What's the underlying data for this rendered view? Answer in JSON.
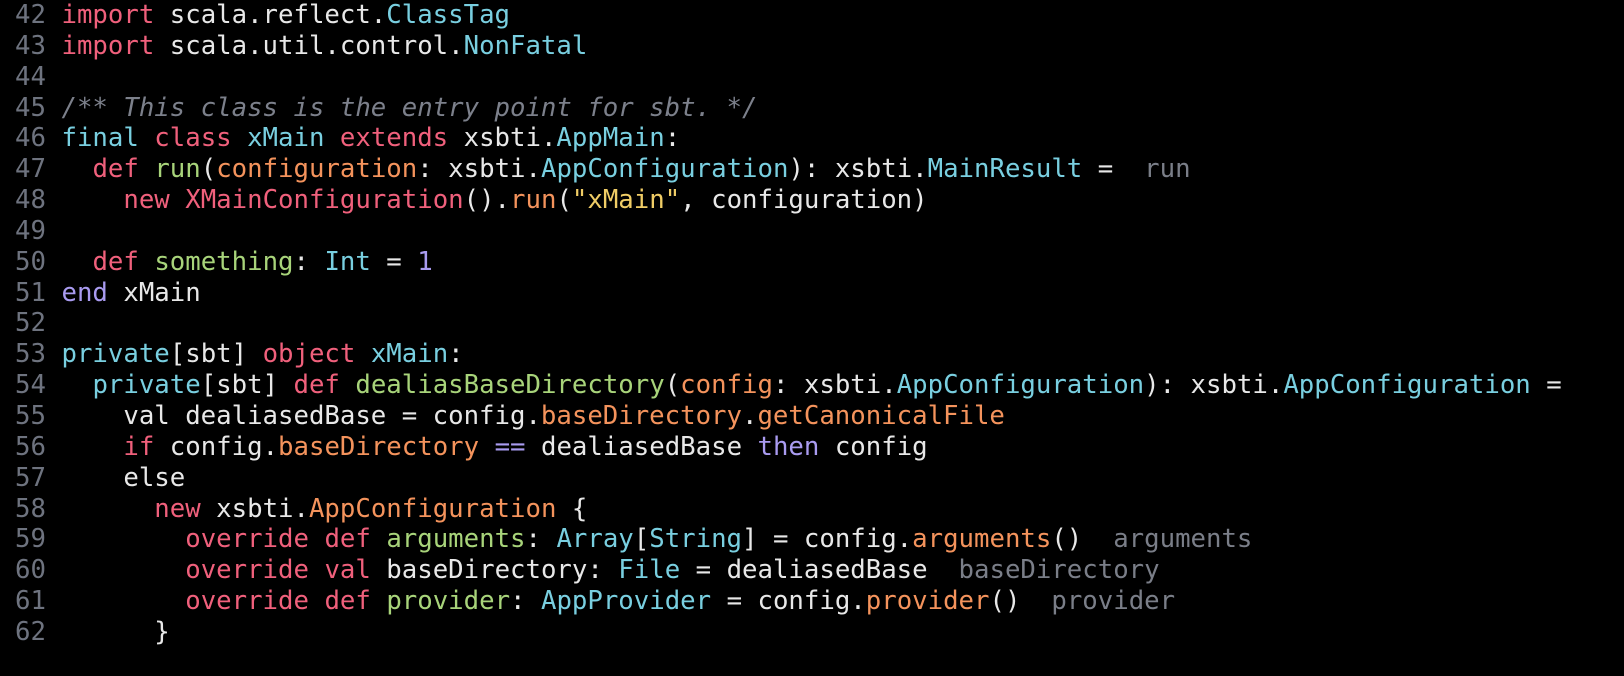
{
  "editor": {
    "language": "scala",
    "colors": {
      "background": "#000000",
      "line_number": "#6e737f",
      "keyword": "#f0607c",
      "type": "#79cfe0",
      "function": "#a8d47a",
      "member": "#f4935c",
      "string": "#f0cd66",
      "number": "#a99bf0",
      "comment": "#7c808b",
      "text": "#e8e8e8",
      "inlay_hint": "#7a7e88"
    },
    "lines": [
      {
        "num": "42",
        "tokens": [
          {
            "t": "import",
            "c": "kw"
          },
          {
            "t": " scala.reflect.",
            "c": "txt"
          },
          {
            "t": "ClassTag",
            "c": "type"
          }
        ]
      },
      {
        "num": "43",
        "tokens": [
          {
            "t": "import",
            "c": "kw"
          },
          {
            "t": " scala.util.control.",
            "c": "txt"
          },
          {
            "t": "NonFatal",
            "c": "type"
          }
        ]
      },
      {
        "num": "44",
        "tokens": []
      },
      {
        "num": "45",
        "tokens": [
          {
            "t": "/** This class is the entry point for sbt. */",
            "c": "com"
          }
        ]
      },
      {
        "num": "46",
        "tokens": [
          {
            "t": "final",
            "c": "type"
          },
          {
            "t": " ",
            "c": "txt"
          },
          {
            "t": "class",
            "c": "kw"
          },
          {
            "t": " ",
            "c": "txt"
          },
          {
            "t": "xMain",
            "c": "type"
          },
          {
            "t": " ",
            "c": "txt"
          },
          {
            "t": "extends",
            "c": "kw"
          },
          {
            "t": " xsbti.",
            "c": "txt"
          },
          {
            "t": "AppMain",
            "c": "type"
          },
          {
            "t": ":",
            "c": "txt"
          }
        ]
      },
      {
        "num": "47",
        "tokens": [
          {
            "t": "  ",
            "c": "txt"
          },
          {
            "t": "def",
            "c": "kw"
          },
          {
            "t": " ",
            "c": "txt"
          },
          {
            "t": "run",
            "c": "fn"
          },
          {
            "t": "(",
            "c": "txt"
          },
          {
            "t": "configuration",
            "c": "mem"
          },
          {
            "t": ": xsbti.",
            "c": "txt"
          },
          {
            "t": "AppConfiguration",
            "c": "type"
          },
          {
            "t": "): xsbti.",
            "c": "txt"
          },
          {
            "t": "MainResult",
            "c": "type"
          },
          {
            "t": " =",
            "c": "txt"
          },
          {
            "t": "  run",
            "c": "hint"
          }
        ]
      },
      {
        "num": "48",
        "tokens": [
          {
            "t": "    ",
            "c": "txt"
          },
          {
            "t": "new",
            "c": "kw"
          },
          {
            "t": " ",
            "c": "txt"
          },
          {
            "t": "XMainConfiguration",
            "c": "kw"
          },
          {
            "t": "().",
            "c": "txt"
          },
          {
            "t": "run",
            "c": "mem"
          },
          {
            "t": "(",
            "c": "txt"
          },
          {
            "t": "\"xMain\"",
            "c": "str"
          },
          {
            "t": ", configuration)",
            "c": "txt"
          }
        ]
      },
      {
        "num": "49",
        "tokens": []
      },
      {
        "num": "50",
        "tokens": [
          {
            "t": "  ",
            "c": "txt"
          },
          {
            "t": "def",
            "c": "kw"
          },
          {
            "t": " ",
            "c": "txt"
          },
          {
            "t": "something",
            "c": "fn"
          },
          {
            "t": ": ",
            "c": "txt"
          },
          {
            "t": "Int",
            "c": "type"
          },
          {
            "t": " = ",
            "c": "txt"
          },
          {
            "t": "1",
            "c": "num"
          }
        ]
      },
      {
        "num": "51",
        "tokens": [
          {
            "t": "end",
            "c": "ctl"
          },
          {
            "t": " xMain",
            "c": "txt"
          }
        ]
      },
      {
        "num": "52",
        "tokens": []
      },
      {
        "num": "53",
        "tokens": [
          {
            "t": "private",
            "c": "type"
          },
          {
            "t": "[sbt] ",
            "c": "txt"
          },
          {
            "t": "object",
            "c": "kw"
          },
          {
            "t": " ",
            "c": "txt"
          },
          {
            "t": "xMain",
            "c": "type"
          },
          {
            "t": ":",
            "c": "txt"
          }
        ]
      },
      {
        "num": "54",
        "tokens": [
          {
            "t": "  ",
            "c": "txt"
          },
          {
            "t": "private",
            "c": "type"
          },
          {
            "t": "[sbt] ",
            "c": "txt"
          },
          {
            "t": "def",
            "c": "kw"
          },
          {
            "t": " ",
            "c": "txt"
          },
          {
            "t": "dealiasBaseDirectory",
            "c": "fn"
          },
          {
            "t": "(",
            "c": "txt"
          },
          {
            "t": "config",
            "c": "mem"
          },
          {
            "t": ": xsbti.",
            "c": "txt"
          },
          {
            "t": "AppConfiguration",
            "c": "type"
          },
          {
            "t": "): xsbti.",
            "c": "txt"
          },
          {
            "t": "AppConfiguration",
            "c": "type"
          },
          {
            "t": " =",
            "c": "txt"
          }
        ]
      },
      {
        "num": "55",
        "tokens": [
          {
            "t": "    val dealiasedBase = config.",
            "c": "txt"
          },
          {
            "t": "baseDirectory",
            "c": "mem"
          },
          {
            "t": ".",
            "c": "txt"
          },
          {
            "t": "getCanonicalFile",
            "c": "mem"
          }
        ]
      },
      {
        "num": "56",
        "tokens": [
          {
            "t": "    ",
            "c": "txt"
          },
          {
            "t": "if",
            "c": "kw"
          },
          {
            "t": " config.",
            "c": "txt"
          },
          {
            "t": "baseDirectory",
            "c": "mem"
          },
          {
            "t": " ",
            "c": "txt"
          },
          {
            "t": "==",
            "c": "op"
          },
          {
            "t": " dealiasedBase ",
            "c": "txt"
          },
          {
            "t": "then",
            "c": "ctl"
          },
          {
            "t": " config",
            "c": "txt"
          }
        ]
      },
      {
        "num": "57",
        "tokens": [
          {
            "t": "    else",
            "c": "txt"
          }
        ]
      },
      {
        "num": "58",
        "tokens": [
          {
            "t": "      ",
            "c": "txt"
          },
          {
            "t": "new",
            "c": "kw"
          },
          {
            "t": " xsbti.",
            "c": "txt"
          },
          {
            "t": "AppConfiguration",
            "c": "mem"
          },
          {
            "t": " {",
            "c": "txt"
          }
        ]
      },
      {
        "num": "59",
        "tokens": [
          {
            "t": "        ",
            "c": "txt"
          },
          {
            "t": "override",
            "c": "kw"
          },
          {
            "t": " ",
            "c": "txt"
          },
          {
            "t": "def",
            "c": "kw"
          },
          {
            "t": " ",
            "c": "txt"
          },
          {
            "t": "arguments",
            "c": "fn"
          },
          {
            "t": ": ",
            "c": "txt"
          },
          {
            "t": "Array",
            "c": "type"
          },
          {
            "t": "[",
            "c": "txt"
          },
          {
            "t": "String",
            "c": "type"
          },
          {
            "t": "] = config.",
            "c": "txt"
          },
          {
            "t": "arguments",
            "c": "mem"
          },
          {
            "t": "()",
            "c": "txt"
          },
          {
            "t": "  arguments",
            "c": "hint"
          }
        ]
      },
      {
        "num": "60",
        "tokens": [
          {
            "t": "        ",
            "c": "txt"
          },
          {
            "t": "override",
            "c": "kw"
          },
          {
            "t": " ",
            "c": "txt"
          },
          {
            "t": "val",
            "c": "kw"
          },
          {
            "t": " baseDirectory: ",
            "c": "txt"
          },
          {
            "t": "File",
            "c": "type"
          },
          {
            "t": " = dealiasedBase",
            "c": "txt"
          },
          {
            "t": "  baseDirectory",
            "c": "hint"
          }
        ]
      },
      {
        "num": "61",
        "tokens": [
          {
            "t": "        ",
            "c": "txt"
          },
          {
            "t": "override",
            "c": "kw"
          },
          {
            "t": " ",
            "c": "txt"
          },
          {
            "t": "def",
            "c": "kw"
          },
          {
            "t": " ",
            "c": "txt"
          },
          {
            "t": "provider",
            "c": "fn"
          },
          {
            "t": ": ",
            "c": "txt"
          },
          {
            "t": "AppProvider",
            "c": "type"
          },
          {
            "t": " = config.",
            "c": "txt"
          },
          {
            "t": "provider",
            "c": "mem"
          },
          {
            "t": "()",
            "c": "txt"
          },
          {
            "t": "  provider",
            "c": "hint"
          }
        ]
      },
      {
        "num": "62",
        "tokens": [
          {
            "t": "      }",
            "c": "txt"
          }
        ]
      }
    ]
  }
}
